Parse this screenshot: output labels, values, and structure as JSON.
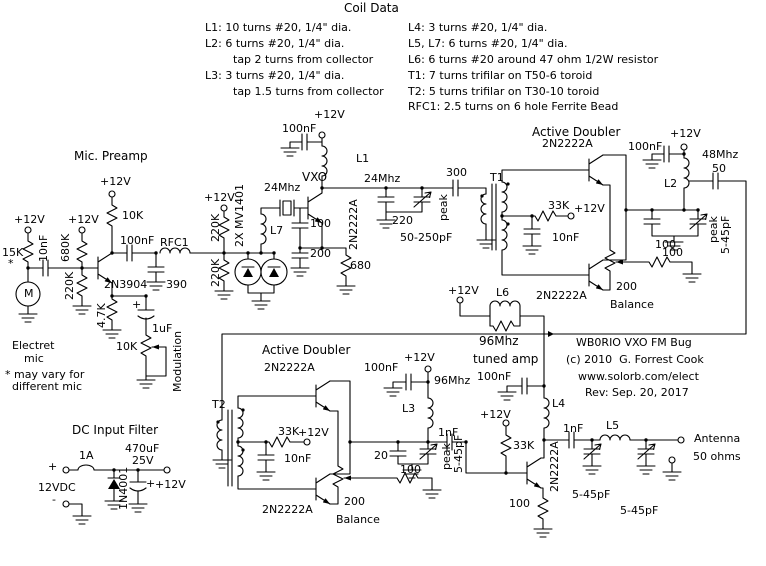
{
  "titles": {
    "coil": "Coil Data",
    "mic": "Mic. Preamp",
    "vxo": "VXO",
    "d1": "Active Doubler",
    "d2": "Active Doubler",
    "amp1": "96Mhz",
    "amp2": "tuned amp",
    "dc": "DC Input Filter"
  },
  "coil_data": {
    "left": [
      "L1: 10 turns #20, 1/4\" dia.",
      "L2: 6 turns #20, 1/4\" dia.",
      "tap 2 turns from collector",
      "L3: 3 turns #20, 1/4\" dia.",
      "tap 1.5 turns from collector"
    ],
    "right": [
      "L4: 3 turns #20, 1/4\" dia.",
      "L5, L7: 6 turns #20, 1/4\" dia.",
      "L6: 6 turns #20 around 47 ohm 1/2W resistor",
      "T1: 7 turns trifilar on T50-6 toroid",
      "T2: 5 turns trifilar on T30-10 toroid",
      "RFC1: 2.5 turns on 6 hole Ferrite Bead"
    ]
  },
  "info": {
    "line1": "WB0RIO VXO FM Bug",
    "line2": "(c) 2010  G. Forrest Cook",
    "line3": "www.solorb.com/elect",
    "line4": "Rev: Sep. 20, 2017"
  },
  "mic": {
    "v1": "+12V",
    "v2": "+12V",
    "v3": "+12V",
    "v4": "+12V",
    "r15k": "15K",
    "star": "*",
    "c10nf": "10nF",
    "r680k": "680K",
    "r220k": "220K",
    "r10k": "10K",
    "q": "2N3904",
    "c100nf": "100nF",
    "rfc1": "RFC1",
    "c390": "390",
    "r220k_a": "220K",
    "r220k_b": "220K",
    "varactor": "2X MV1401",
    "r47k": "4.7K",
    "plus": "+",
    "c1uf": "1uF",
    "pot10k": "10K",
    "modulation": "Modulation",
    "m": "M",
    "elec1": "Electret",
    "elec2": "mic",
    "note1": "* may vary for",
    "note2": "different mic"
  },
  "vxo": {
    "c100nf": "100nF",
    "v1": "+12V",
    "l1": "L1",
    "xtal": "24Mhz",
    "l7": "L7",
    "q": "2N2222A",
    "c100": "100",
    "c200": "200",
    "r680": "680",
    "node": "24Mhz",
    "c220": "220",
    "peak": "peak",
    "range": "50-250pF",
    "c300": "300"
  },
  "d1": {
    "qt": "2N2222A",
    "qb": "2N2222A",
    "t": "T1",
    "r33k": "33K",
    "v1": "+12V",
    "c10nf": "10nF",
    "pot": "200",
    "balance": "Balance",
    "r100": "100",
    "c100": "100",
    "peak": "peak",
    "trim": "5-45pF",
    "c100nf": "100nF",
    "v2": "+12V",
    "l2": "L2",
    "freq": "48Mhz",
    "c50": "50"
  },
  "d2": {
    "qt": "2N2222A",
    "qb": "2N2222A",
    "t": "T2",
    "r33k": "33K",
    "v1": "+12V",
    "c10nf": "10nF",
    "pot": "200",
    "balance": "Balance",
    "r100": "100",
    "c20": "20",
    "peak": "peak",
    "trim": "5-45pF",
    "c100nf": "100nF",
    "v2": "+12V",
    "l3": "L3",
    "freq": "96Mhz"
  },
  "l6": {
    "v": "+12V",
    "name": "L6"
  },
  "amp": {
    "c100nf": "100nF",
    "cin": "1nF",
    "v1": "+12V",
    "r33k": "33K",
    "q": "2N2222A",
    "r100": "100",
    "l4": "L4",
    "cout": "1nF"
  },
  "out": {
    "l5": "L5",
    "trim1": "5-45pF",
    "trim2": "5-45pF",
    "ant1": "Antenna",
    "ant2": "50 ohms"
  },
  "dc": {
    "plus": "+",
    "minus": "-",
    "fuse": "1A",
    "cap_uf": "470uF",
    "cap_v": "25V",
    "diode": "1N4001",
    "cplus": "+",
    "vin": "12VDC",
    "vout": "+12V"
  }
}
